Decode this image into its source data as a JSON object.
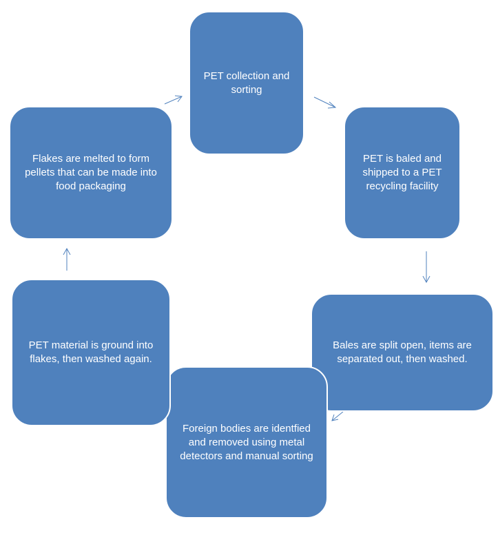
{
  "colors": {
    "node_fill": "#4f81bd",
    "node_border": "#ffffff",
    "text": "#ffffff",
    "arrow": "#4f81bd"
  },
  "steps": [
    {
      "label": "PET collection and sorting"
    },
    {
      "label": "PET is baled and shipped to a PET recycling facility"
    },
    {
      "label": "Bales are split open, items are separated out, then washed."
    },
    {
      "label": "Foreign bodies are identfied and removed using metal detectors and manual sorting"
    },
    {
      "label": "PET material is ground into flakes, then washed again."
    },
    {
      "label": "Flakes are melted to form pellets that can be made into food packaging"
    }
  ]
}
